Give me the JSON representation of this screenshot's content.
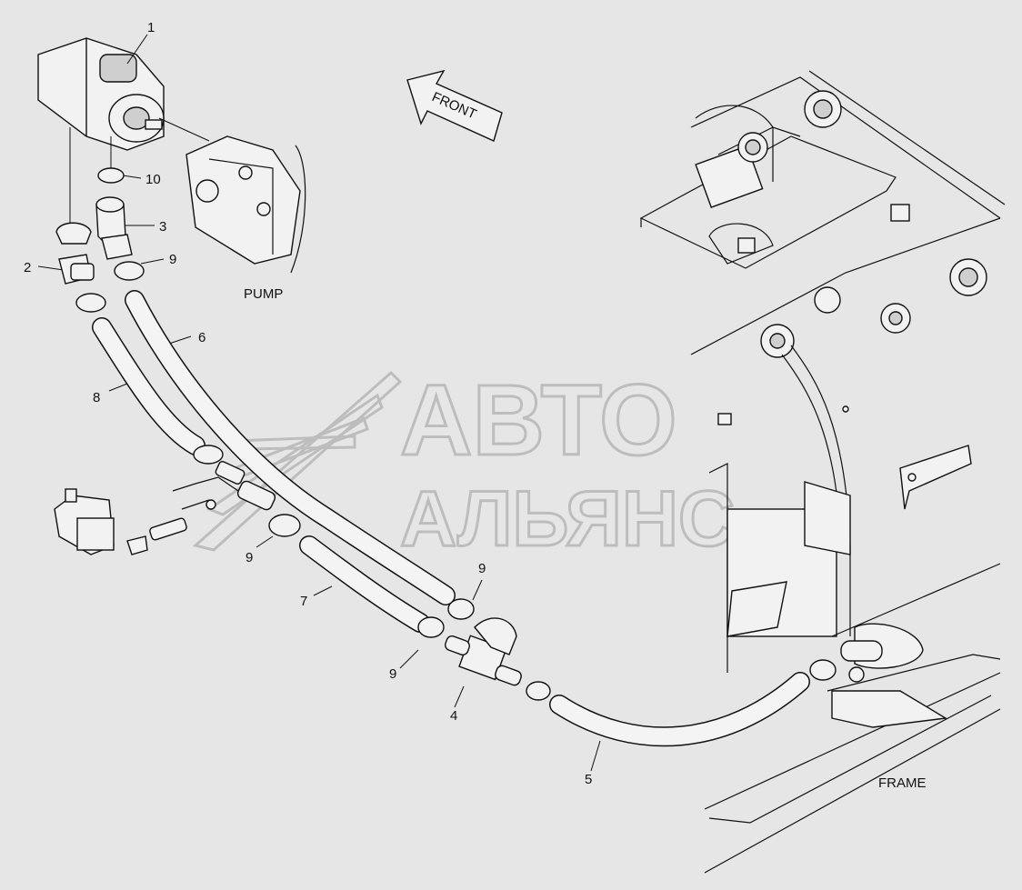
{
  "diagram": {
    "direction_label": "FRONT",
    "pump_label": "PUMP",
    "frame_label": "FRAME",
    "part_numbers": {
      "pump": "1",
      "elbow_fitting": "2",
      "pump_fitting": "3",
      "tee_fitting": "4",
      "hose_5": "5",
      "hose_6": "6",
      "hose_7": "7",
      "hose_8": "8",
      "clamp_top": "9",
      "clamp_mid": "9",
      "clamp_right": "9",
      "clamp_lower": "9",
      "o_ring": "10"
    }
  },
  "watermark": {
    "line1": "АВТО",
    "line2": "АЛЬЯНС"
  },
  "colors": {
    "background": "#e6e6e6",
    "line": "#111111",
    "watermark": "#bdbdbd"
  }
}
